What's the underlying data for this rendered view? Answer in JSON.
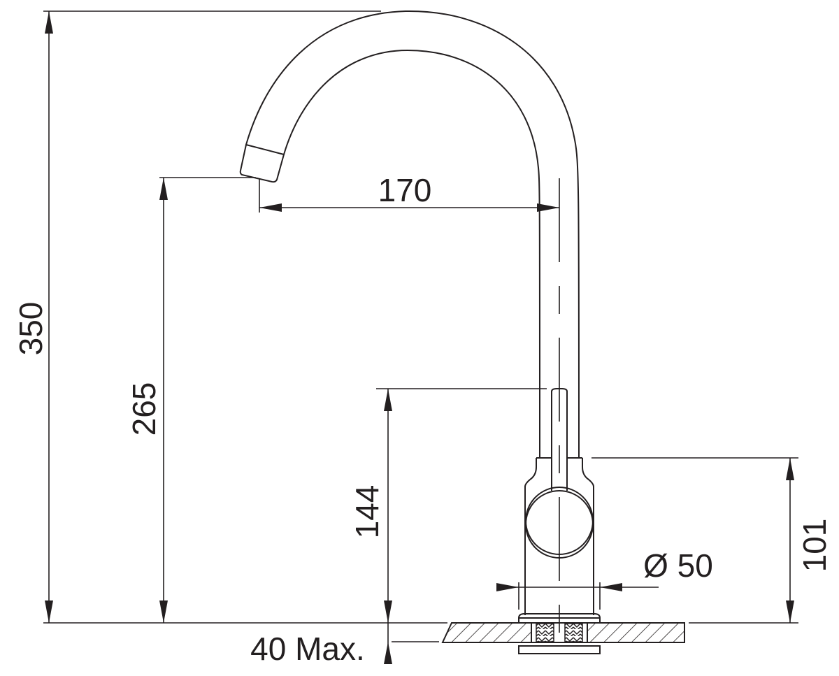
{
  "drawing": {
    "title": "Kitchen faucet dimension drawing",
    "line_color": "#231f20",
    "background": "#ffffff",
    "units": "mm"
  },
  "dimensions": {
    "total_height": {
      "label": "350",
      "value": 350,
      "orientation": "vertical"
    },
    "spout_outlet_height": {
      "label": "265",
      "value": 265,
      "orientation": "vertical"
    },
    "spout_reach": {
      "label": "170",
      "value": 170,
      "orientation": "horizontal"
    },
    "lever_height": {
      "label": "144",
      "value": 144,
      "orientation": "vertical"
    },
    "body_height": {
      "label": "101",
      "value": 101,
      "orientation": "vertical"
    },
    "base_diameter": {
      "label": "Ø 50",
      "value": 50,
      "orientation": "horizontal"
    },
    "max_countertop_thickness": {
      "label": "40 Max.",
      "value": 40,
      "orientation": "vertical"
    }
  },
  "components": [
    {
      "name": "spout",
      "description": "Curved swan-neck spout"
    },
    {
      "name": "aerator",
      "description": "Spout tip / aerator"
    },
    {
      "name": "lever-handle",
      "description": "Single lever handle"
    },
    {
      "name": "mixer-body",
      "description": "Cylindrical mixer body with cartridge"
    },
    {
      "name": "countertop",
      "description": "Hatched countertop section"
    },
    {
      "name": "supply-hoses",
      "description": "Braided supply hoses"
    },
    {
      "name": "mounting-nut",
      "description": "Bottom fixing plate"
    }
  ]
}
